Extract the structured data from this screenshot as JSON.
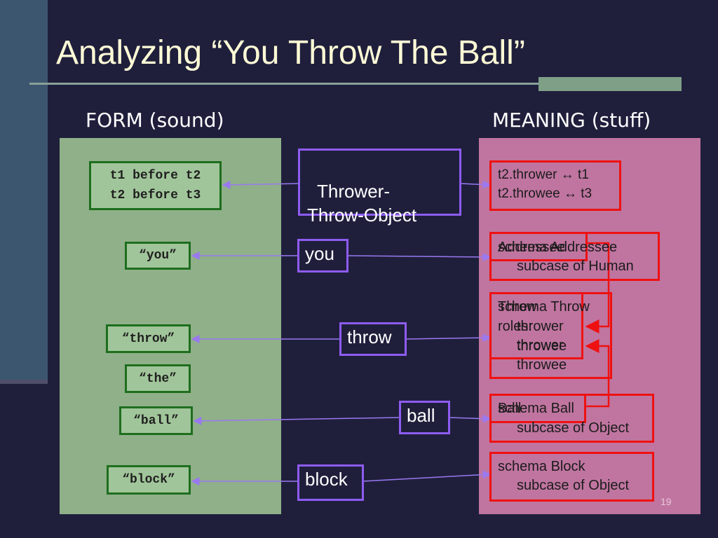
{
  "title": "Analyzing “You Throw The Ball”",
  "form_heading": "FORM (sound)",
  "meaning_heading": "MEANING (stuff)",
  "form_boxes": {
    "order": "t1 before t2\nt2 before t3",
    "you": "“you”",
    "throw": "“throw”",
    "the": "“the”",
    "ball": "“ball”",
    "block": "“block”"
  },
  "link_boxes": {
    "thrower_throw_object": "Thrower-\nThrow-Object",
    "you": "you",
    "throw": "throw",
    "ball": "ball",
    "block": "block"
  },
  "meaning": {
    "tto_line1": "t2.thrower ↔ t1",
    "tto_line2": "t2.throwee ↔ t3",
    "addressee_schema": "schema Addressee",
    "addressee_subcase": "subcase of Human",
    "addressee_label": "Addressee",
    "throw_schema": "schema Throw",
    "throw_roles": "roles:",
    "throw_thrower": "thrower",
    "throw_throwee": "throwee",
    "throw_label": "Throw",
    "throw_thrower_role": "thrower",
    "throw_throwee_role": "throwee",
    "ball_schema": "schema Ball",
    "ball_subcase": "subcase of Object",
    "ball_label": "Ball",
    "block_schema": "schema Block",
    "block_subcase": "subcase of Object"
  },
  "slide_number": "19",
  "colors": {
    "background": "#1f1f3c",
    "form_panel": "#8fb089",
    "meaning_panel": "#c075a0",
    "link_border": "#8e5cf2",
    "binding_red": "#ee1111"
  }
}
